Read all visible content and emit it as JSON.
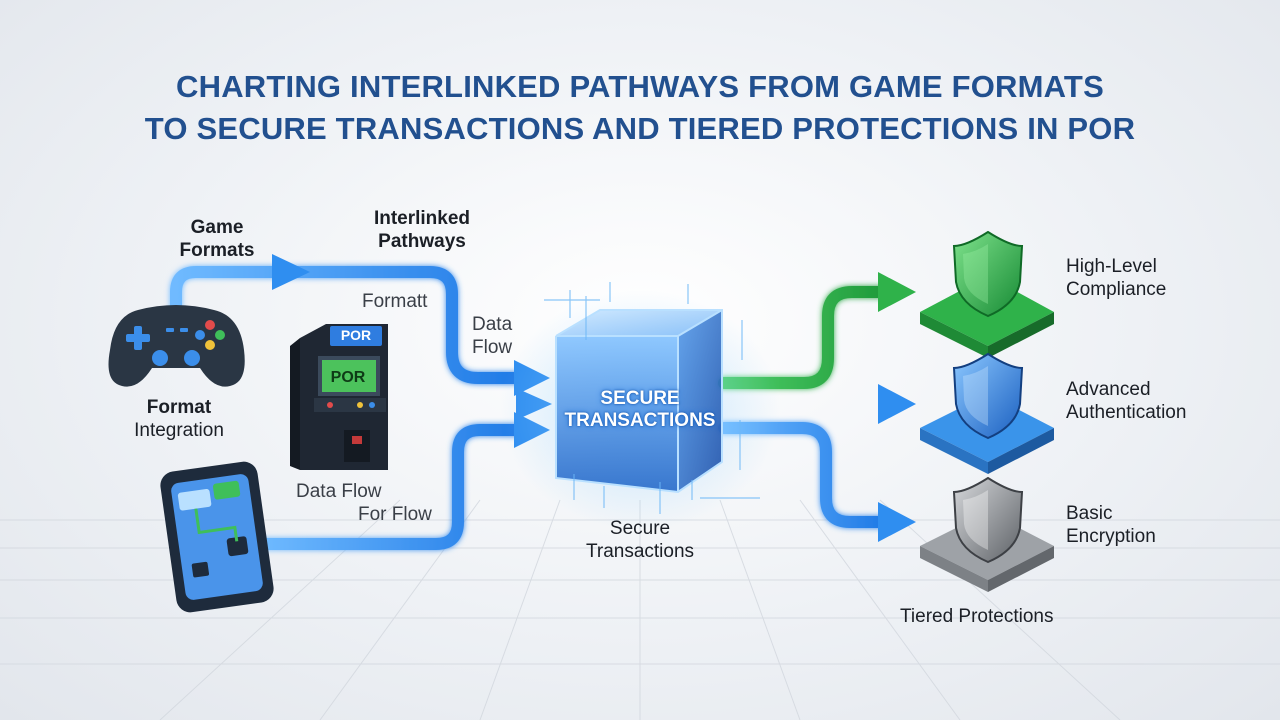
{
  "title": {
    "line1": "CHARTING INTERLINKED PATHWAYS FROM GAME FORMATS",
    "line2": "TO SECURE TRANSACTIONS AND TIERED PROTECTIONS IN POR"
  },
  "labels": {
    "game_formats_1": "Game",
    "game_formats_2": "Formats",
    "interlinked_1": "Interlinked",
    "interlinked_2": "Pathways",
    "formatt": "Formatt",
    "data_flow_1": "Data",
    "data_flow_2": "Flow",
    "format_integration_1": "Format",
    "format_integration_2": "Integration",
    "data_flow_bottom": "Data Flow",
    "for_flow": "For Flow",
    "secure_transactions_1": "Secure",
    "secure_transactions_2": "Transactions",
    "cube_1": "SECURE",
    "cube_2": "TRANSACTIONS",
    "tiered_protections": "Tiered Protections"
  },
  "arcade": {
    "sign": "POR",
    "screen": "POR"
  },
  "tiers": [
    {
      "line1": "High-Level",
      "line2": "Compliance",
      "color": "#2fb24a"
    },
    {
      "line1": "Advanced",
      "line2": "Authentication",
      "color": "#2f86e0"
    },
    {
      "line1": "Basic",
      "line2": "Encryption",
      "color": "#8f9398"
    }
  ],
  "icons": [
    "gamepad-icon",
    "arcade-cabinet-icon",
    "smartphone-icon",
    "cube-icon",
    "shield-green-icon",
    "shield-blue-icon",
    "shield-gray-icon"
  ],
  "colors": {
    "title": "#22508f",
    "flow_blue": "#2f8ef0",
    "flow_green": "#2fb24a",
    "cube": "#3a86e6"
  }
}
